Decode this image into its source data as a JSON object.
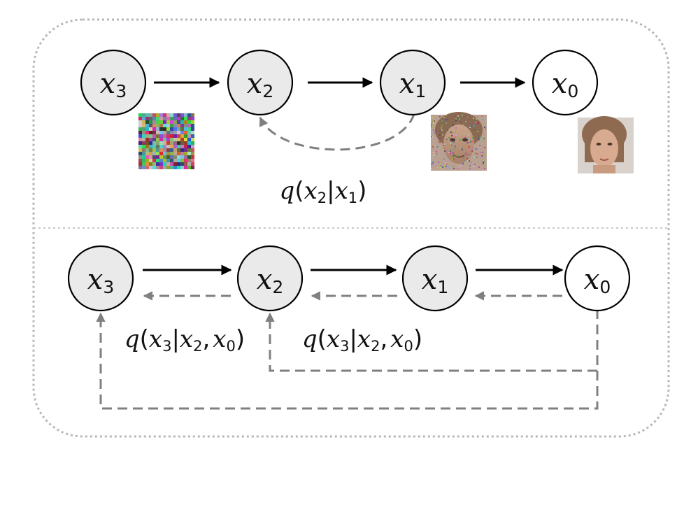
{
  "diagram": {
    "colors": {
      "node_fill_latent": "#eaeaea",
      "node_fill_data": "#ffffff",
      "solid_edge": "#000000",
      "dashed_edge": "#808080",
      "frame": "#b7b7b7"
    },
    "top_panel": {
      "nodes": [
        {
          "symbol": "x",
          "subscript": "3"
        },
        {
          "symbol": "x",
          "subscript": "2"
        },
        {
          "symbol": "x",
          "subscript": "1"
        },
        {
          "symbol": "x",
          "subscript": "0"
        }
      ],
      "reverse_edge_label": {
        "fn": "q",
        "lp": "(",
        "a": "x",
        "a_sub": "2",
        "bar": "|",
        "b": "x",
        "b_sub": "1",
        "rp": ")"
      }
    },
    "bottom_panel": {
      "nodes": [
        {
          "symbol": "x",
          "subscript": "3"
        },
        {
          "symbol": "x",
          "subscript": "2"
        },
        {
          "symbol": "x",
          "subscript": "1"
        },
        {
          "symbol": "x",
          "subscript": "0"
        }
      ],
      "edge_labels": [
        {
          "fn": "q",
          "lp": "(",
          "a": "x",
          "a_sub": "3",
          "bar": "|",
          "b": "x",
          "b_sub": "2",
          "comma": ",",
          "c": "x",
          "c_sub": "0",
          "rp": ")"
        },
        {
          "fn": "q",
          "lp": "(",
          "a": "x",
          "a_sub": "3",
          "bar": "|",
          "b": "x",
          "b_sub": "2",
          "comma": ",",
          "c": "x",
          "c_sub": "0",
          "rp": ")"
        }
      ]
    }
  }
}
